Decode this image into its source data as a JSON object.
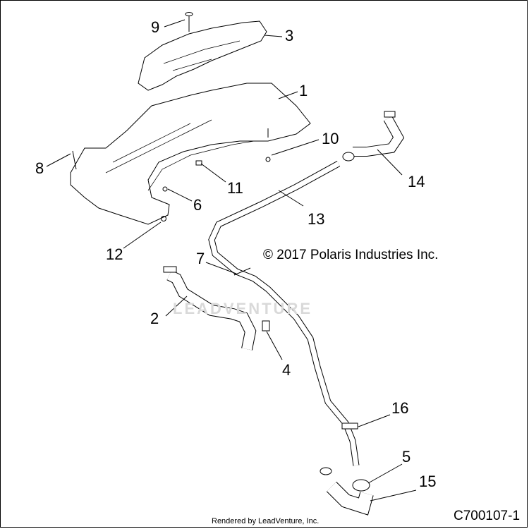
{
  "callouts": [
    {
      "id": "c1",
      "label": "1"
    },
    {
      "id": "c2",
      "label": "2"
    },
    {
      "id": "c3",
      "label": "3"
    },
    {
      "id": "c4",
      "label": "4"
    },
    {
      "id": "c5",
      "label": "5"
    },
    {
      "id": "c6",
      "label": "6"
    },
    {
      "id": "c7",
      "label": "7"
    },
    {
      "id": "c8",
      "label": "8"
    },
    {
      "id": "c9",
      "label": "9"
    },
    {
      "id": "c10",
      "label": "10"
    },
    {
      "id": "c11",
      "label": "11"
    },
    {
      "id": "c12",
      "label": "12"
    },
    {
      "id": "c13",
      "label": "13"
    },
    {
      "id": "c14",
      "label": "14"
    },
    {
      "id": "c15",
      "label": "15"
    },
    {
      "id": "c16",
      "label": "16"
    }
  ],
  "copyright": "© 2017 Polaris Industries Inc.",
  "watermark": "LEADVENTURE",
  "rendered_by": "Rendered by LeadVenture, Inc.",
  "diagram_id": "C700107-1"
}
